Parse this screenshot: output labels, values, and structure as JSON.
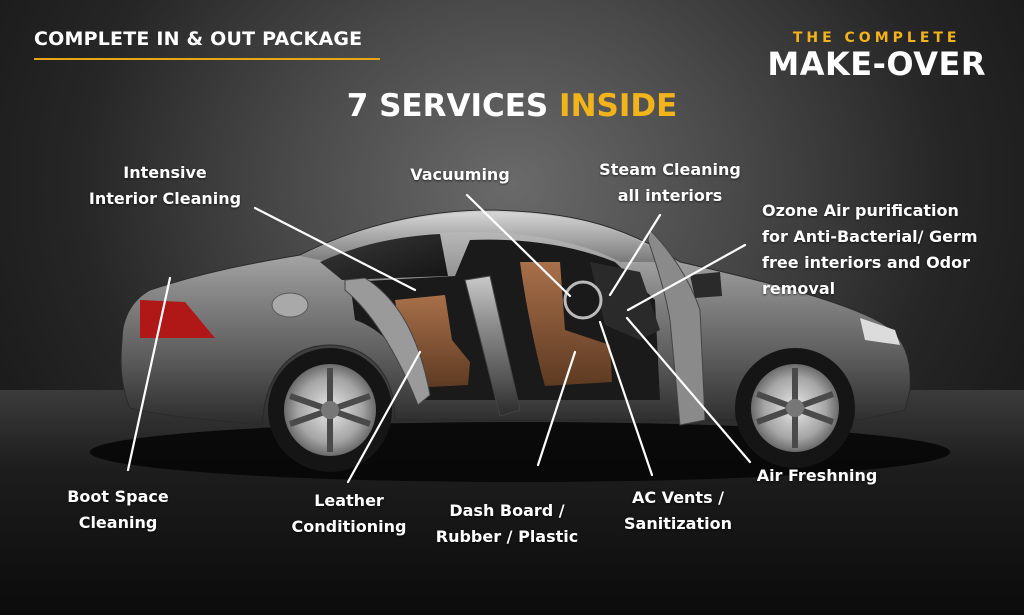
{
  "header": {
    "package_title": "COMPLETE IN & OUT PACKAGE",
    "brand_top": "THE COMPLETE",
    "brand_main": "MAKE-OVER"
  },
  "headline": {
    "prefix": "7 SERVICES ",
    "highlight": "INSIDE"
  },
  "colors": {
    "accent": "#f3b31b",
    "text": "#ffffff",
    "background": "#3a3a3a"
  },
  "callouts": {
    "intensive_interior": {
      "line1": "Intensive",
      "line2": "Interior Cleaning"
    },
    "vacuuming": {
      "line1": "Vacuuming"
    },
    "steam_cleaning": {
      "line1": "Steam Cleaning",
      "line2": "all interiors"
    },
    "ozone": {
      "line1": "Ozone Air purification",
      "line2": "for Anti-Bacterial/ Germ",
      "line3": "free interiors and Odor",
      "line4": "removal"
    },
    "boot_space": {
      "line1": "Boot Space",
      "line2": "Cleaning"
    },
    "leather": {
      "line1": "Leather",
      "line2": "Conditioning"
    },
    "dashboard": {
      "line1": "Dash Board /",
      "line2": "Rubber / Plastic"
    },
    "ac_vents": {
      "line1": "AC Vents /",
      "line2": "Sanitization"
    },
    "air_freshning": {
      "line1": "Air Freshning"
    }
  }
}
